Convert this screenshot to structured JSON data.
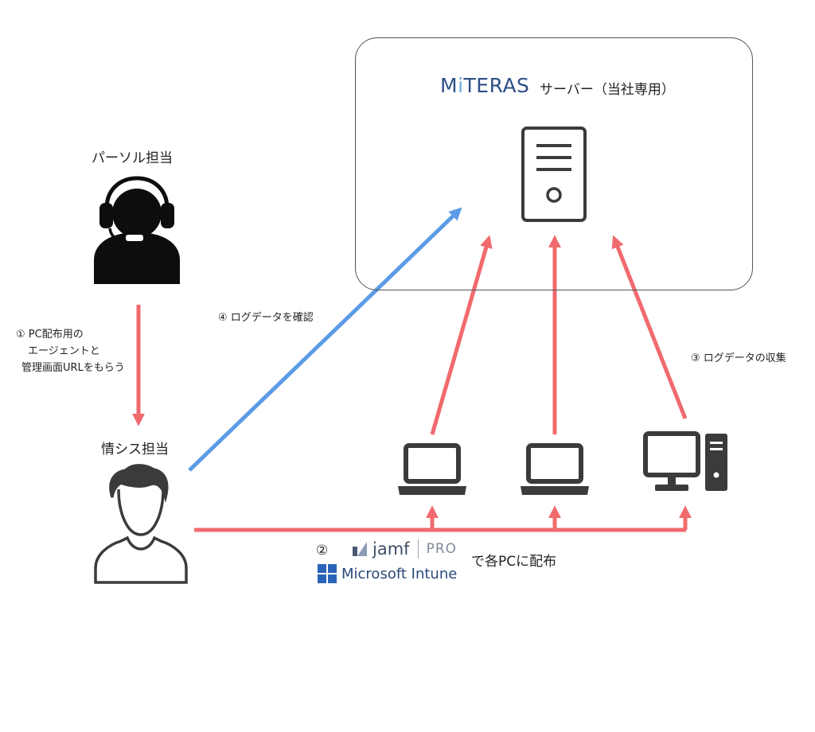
{
  "server": {
    "brand": {
      "m": "M",
      "i": "i",
      "rest": "TERAS"
    },
    "suffix": "サーバー（当社専用）",
    "icon": "server-tower-icon"
  },
  "actors": {
    "support": {
      "label": "パーソル担当",
      "icon": "headset-person-icon"
    },
    "it_admin": {
      "label": "情シス担当",
      "icon": "person-outline-icon"
    }
  },
  "steps": {
    "step1": {
      "lines": [
        "①  PC配布用の",
        "エージェントと",
        "管理画面URLをもらう"
      ]
    },
    "step2": {
      "number": "②",
      "suffix": "で各PCに配布"
    },
    "step3": {
      "text": "③ ログデータの収集"
    },
    "step4": {
      "text": "④ ログデータを確認"
    }
  },
  "tools": {
    "jamf": {
      "name": "jamf",
      "tier": "PRO",
      "icon": "jamf-logo-icon"
    },
    "intune": {
      "name": "Microsoft Intune",
      "icon": "windows-logo-icon"
    }
  },
  "devices": [
    "laptop-icon",
    "laptop-icon",
    "desktop-pc-icon"
  ],
  "colors": {
    "red_arrow": "#f06a6e",
    "blue_arrow": "#5c9be6",
    "icon": "#3b3b3b",
    "box": "#555555"
  }
}
